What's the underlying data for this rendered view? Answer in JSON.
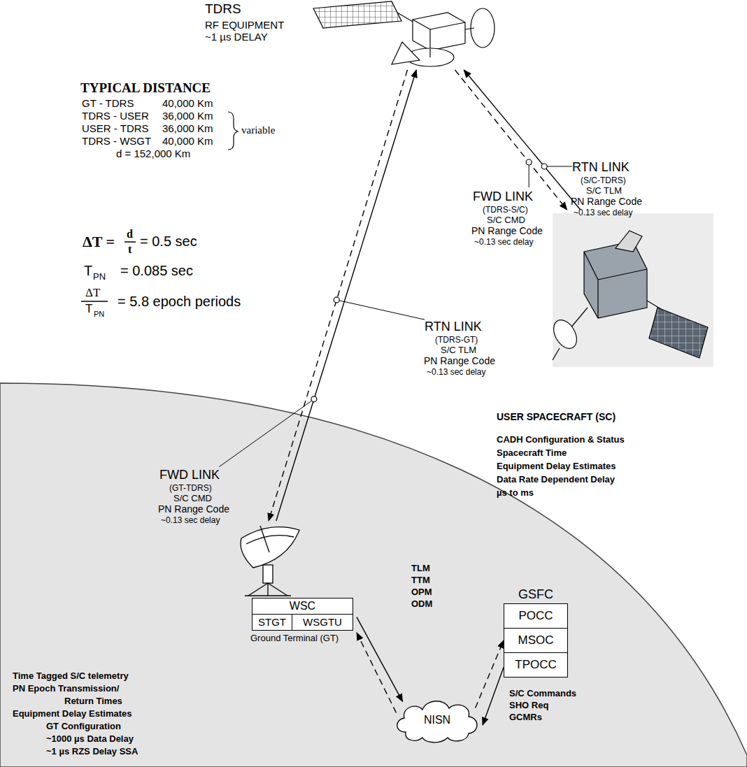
{
  "diagram": {
    "nodes": [
      {
        "text": [
          "TDRS",
          "RF EQUIPMENT ~1 µs DELAY"
        ]
      },
      {
        "text": [
          "USER SPACECRAFT (SC)",
          "CADH Configuration & Status",
          "Spacecraft Time",
          "Equipment Delay Estimates",
          "Data Rate Dependent Delay",
          "µs to ms"
        ]
      },
      {
        "text": [
          "WSC",
          "Ground Terminal (GT)"
        ]
      },
      {
        "text": [
          "STGT"
        ],
        "in": 2
      },
      {
        "text": [
          "WSGTU"
        ],
        "in": 2
      },
      {
        "text": [
          "NISN"
        ]
      },
      {
        "text": [
          "GSFC"
        ]
      },
      {
        "text": [
          "POCC"
        ],
        "in": 6
      },
      {
        "text": [
          "MSOC"
        ],
        "in": 6
      },
      {
        "text": [
          "TPOCC"
        ],
        "in": 6
      }
    ],
    "edges": [
      {
        "from": 2,
        "to": 0,
        "arrow": "to"
      },
      {
        "from": 0,
        "to": 2,
        "arrow": "to"
      },
      {
        "from": 1,
        "to": 0,
        "arrow": "to"
      },
      {
        "from": 0,
        "to": 1,
        "arrow": "to"
      },
      {
        "from": 2,
        "to": 5,
        "arrow": "to"
      },
      {
        "from": 5,
        "to": 2,
        "arrow": "to"
      },
      {
        "from": 5,
        "to": 8,
        "arrow": "to"
      },
      {
        "from": 9,
        "to": 5,
        "arrow": "to"
      }
    ],
    "labels": [
      "TYPICAL DISTANCE",
      "GT - TDRS",
      "40,000 Km",
      "TDRS - USER",
      "36,000 Km",
      "USER - TDRS",
      "36,000 Km",
      "TDRS - WSGT",
      "40,000 Km",
      "d = 152,000 Km",
      "variable",
      "ΔT =",
      "d",
      "t",
      "= 0.5 sec",
      "T",
      "PN",
      "= 0.085 sec",
      "ΔT",
      "T",
      "PN",
      "= 5.8 epoch periods",
      "RTN LINK",
      "(S/C-TDRS)",
      "S/C TLM",
      "PN Range Code",
      "~0.13 sec delay",
      "FWD LINK",
      "(TDRS-S/C)",
      "S/C CMD",
      "PN Range Code",
      "~0.13 sec delay",
      "RTN LINK",
      "(TDRS-GT)",
      "S/C TLM",
      "PN Range Code",
      "~0.13 sec delay",
      "FWD LINK",
      "(GT-TDRS)",
      "S/C CMD",
      "PN Range Code",
      "~0.13 sec delay",
      "TLM",
      "TTM",
      "OPM",
      "ODM",
      "S/C Commands",
      "SHO Req",
      "GCMRs",
      "Time Tagged S/C telemetry",
      "PN Epoch Transmission/",
      "Return Times",
      "Equipment Delay Estimates",
      "GT Configuration",
      "~1000 µs Data Delay",
      "~1 µs RZS Delay SSA"
    ]
  }
}
